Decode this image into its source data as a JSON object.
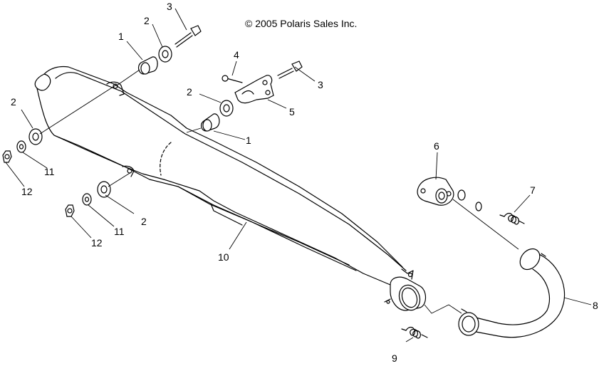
{
  "copyright": "© 2005 Polaris Sales Inc.",
  "callouts": [
    {
      "id": "c1a",
      "label": "1"
    },
    {
      "id": "c1b",
      "label": "1"
    },
    {
      "id": "c2a",
      "label": "2"
    },
    {
      "id": "c2b",
      "label": "2"
    },
    {
      "id": "c2c",
      "label": "2"
    },
    {
      "id": "c2d",
      "label": "2"
    },
    {
      "id": "c3a",
      "label": "3"
    },
    {
      "id": "c3b",
      "label": "3"
    },
    {
      "id": "c4",
      "label": "4"
    },
    {
      "id": "c5",
      "label": "5"
    },
    {
      "id": "c6",
      "label": "6"
    },
    {
      "id": "c7",
      "label": "7"
    },
    {
      "id": "c8",
      "label": "8"
    },
    {
      "id": "c9",
      "label": "9"
    },
    {
      "id": "c10",
      "label": "10"
    },
    {
      "id": "c11a",
      "label": "11"
    },
    {
      "id": "c11b",
      "label": "11"
    },
    {
      "id": "c12a",
      "label": "12"
    },
    {
      "id": "c12b",
      "label": "12"
    }
  ]
}
